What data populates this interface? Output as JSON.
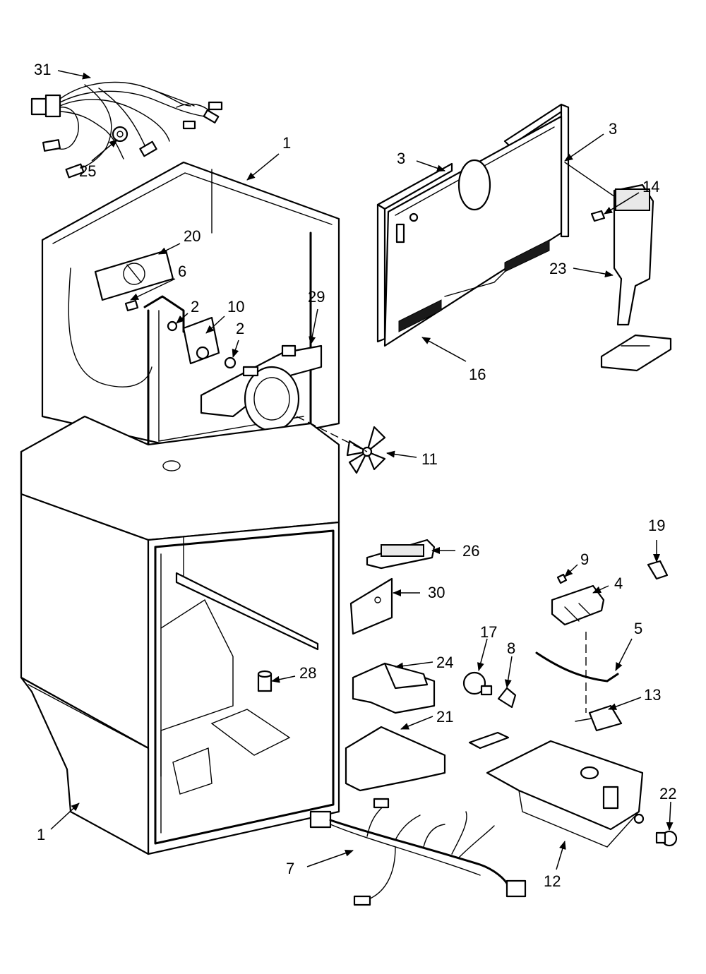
{
  "callouts": {
    "c31": "31",
    "c25": "25",
    "c1_top": "1",
    "c20": "20",
    "c6": "6",
    "c2_left": "2",
    "c10": "10",
    "c2_right": "2",
    "c29": "29",
    "c3_left": "3",
    "c3_right": "3",
    "c14": "14",
    "c23": "23",
    "c16": "16",
    "c11": "11",
    "c26": "26",
    "c30": "30",
    "c19": "19",
    "c9": "9",
    "c4": "4",
    "c17": "17",
    "c8": "8",
    "c5": "5",
    "c24": "24",
    "c28": "28",
    "c21": "21",
    "c13": "13",
    "c22": "22",
    "c1_bottom": "1",
    "c7": "7",
    "c12": "12"
  }
}
